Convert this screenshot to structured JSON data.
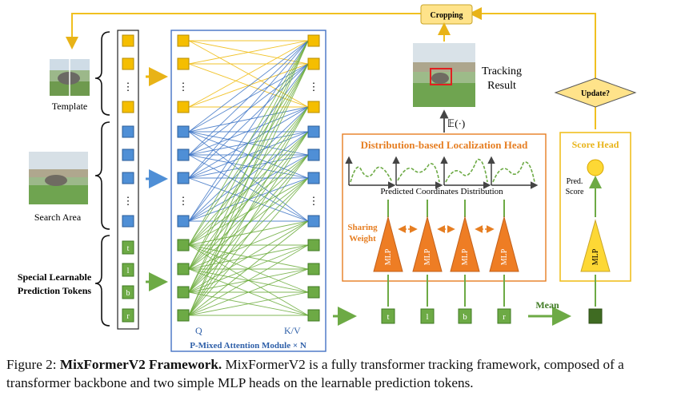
{
  "labels": {
    "template": "Template",
    "search_area": "Search Area",
    "special_tokens_line1": "Special Learnable",
    "special_tokens_line2": "Prediction Tokens",
    "q": "Q",
    "kv": "K/V",
    "module": "P-Mixed Attention Module × N",
    "cropping": "Cropping",
    "tracking_line1": "Tracking",
    "tracking_line2": "Result",
    "expectation": "𝔼(·)",
    "dist_head": "Distribution-based Localization Head",
    "pred_coord_dist": "Predicted Coordinates Distribution",
    "sharing_line1": "Sharing",
    "sharing_line2": "Weight",
    "mlp": "MLP",
    "score_head": "Score Head",
    "pred_line1": "Pred.",
    "pred_line2": "Score",
    "update": "Update?",
    "mean": "Mean",
    "dots": "⋮"
  },
  "tokens": [
    "t",
    "l",
    "b",
    "r"
  ],
  "caption": {
    "prefix": "Figure 2: ",
    "bold": "MixFormerV2 Framework.",
    "rest": " MixFormerV2 is a fully transformer tracking framework, composed of a transformer backbone and two simple MLP heads on the learnable prediction tokens."
  },
  "colors": {
    "template_token": "#F5BE00",
    "search_token": "#4F8FD6",
    "pred_token": "#6DAA45",
    "frame": "#E3A020",
    "dist_head": "#E67E22",
    "module_border": "#4472C4",
    "link_yellow": "#F0C020",
    "link_blue": "#3D74C6",
    "link_green": "#6AAA3A",
    "score_mlp": "#FDD835"
  }
}
